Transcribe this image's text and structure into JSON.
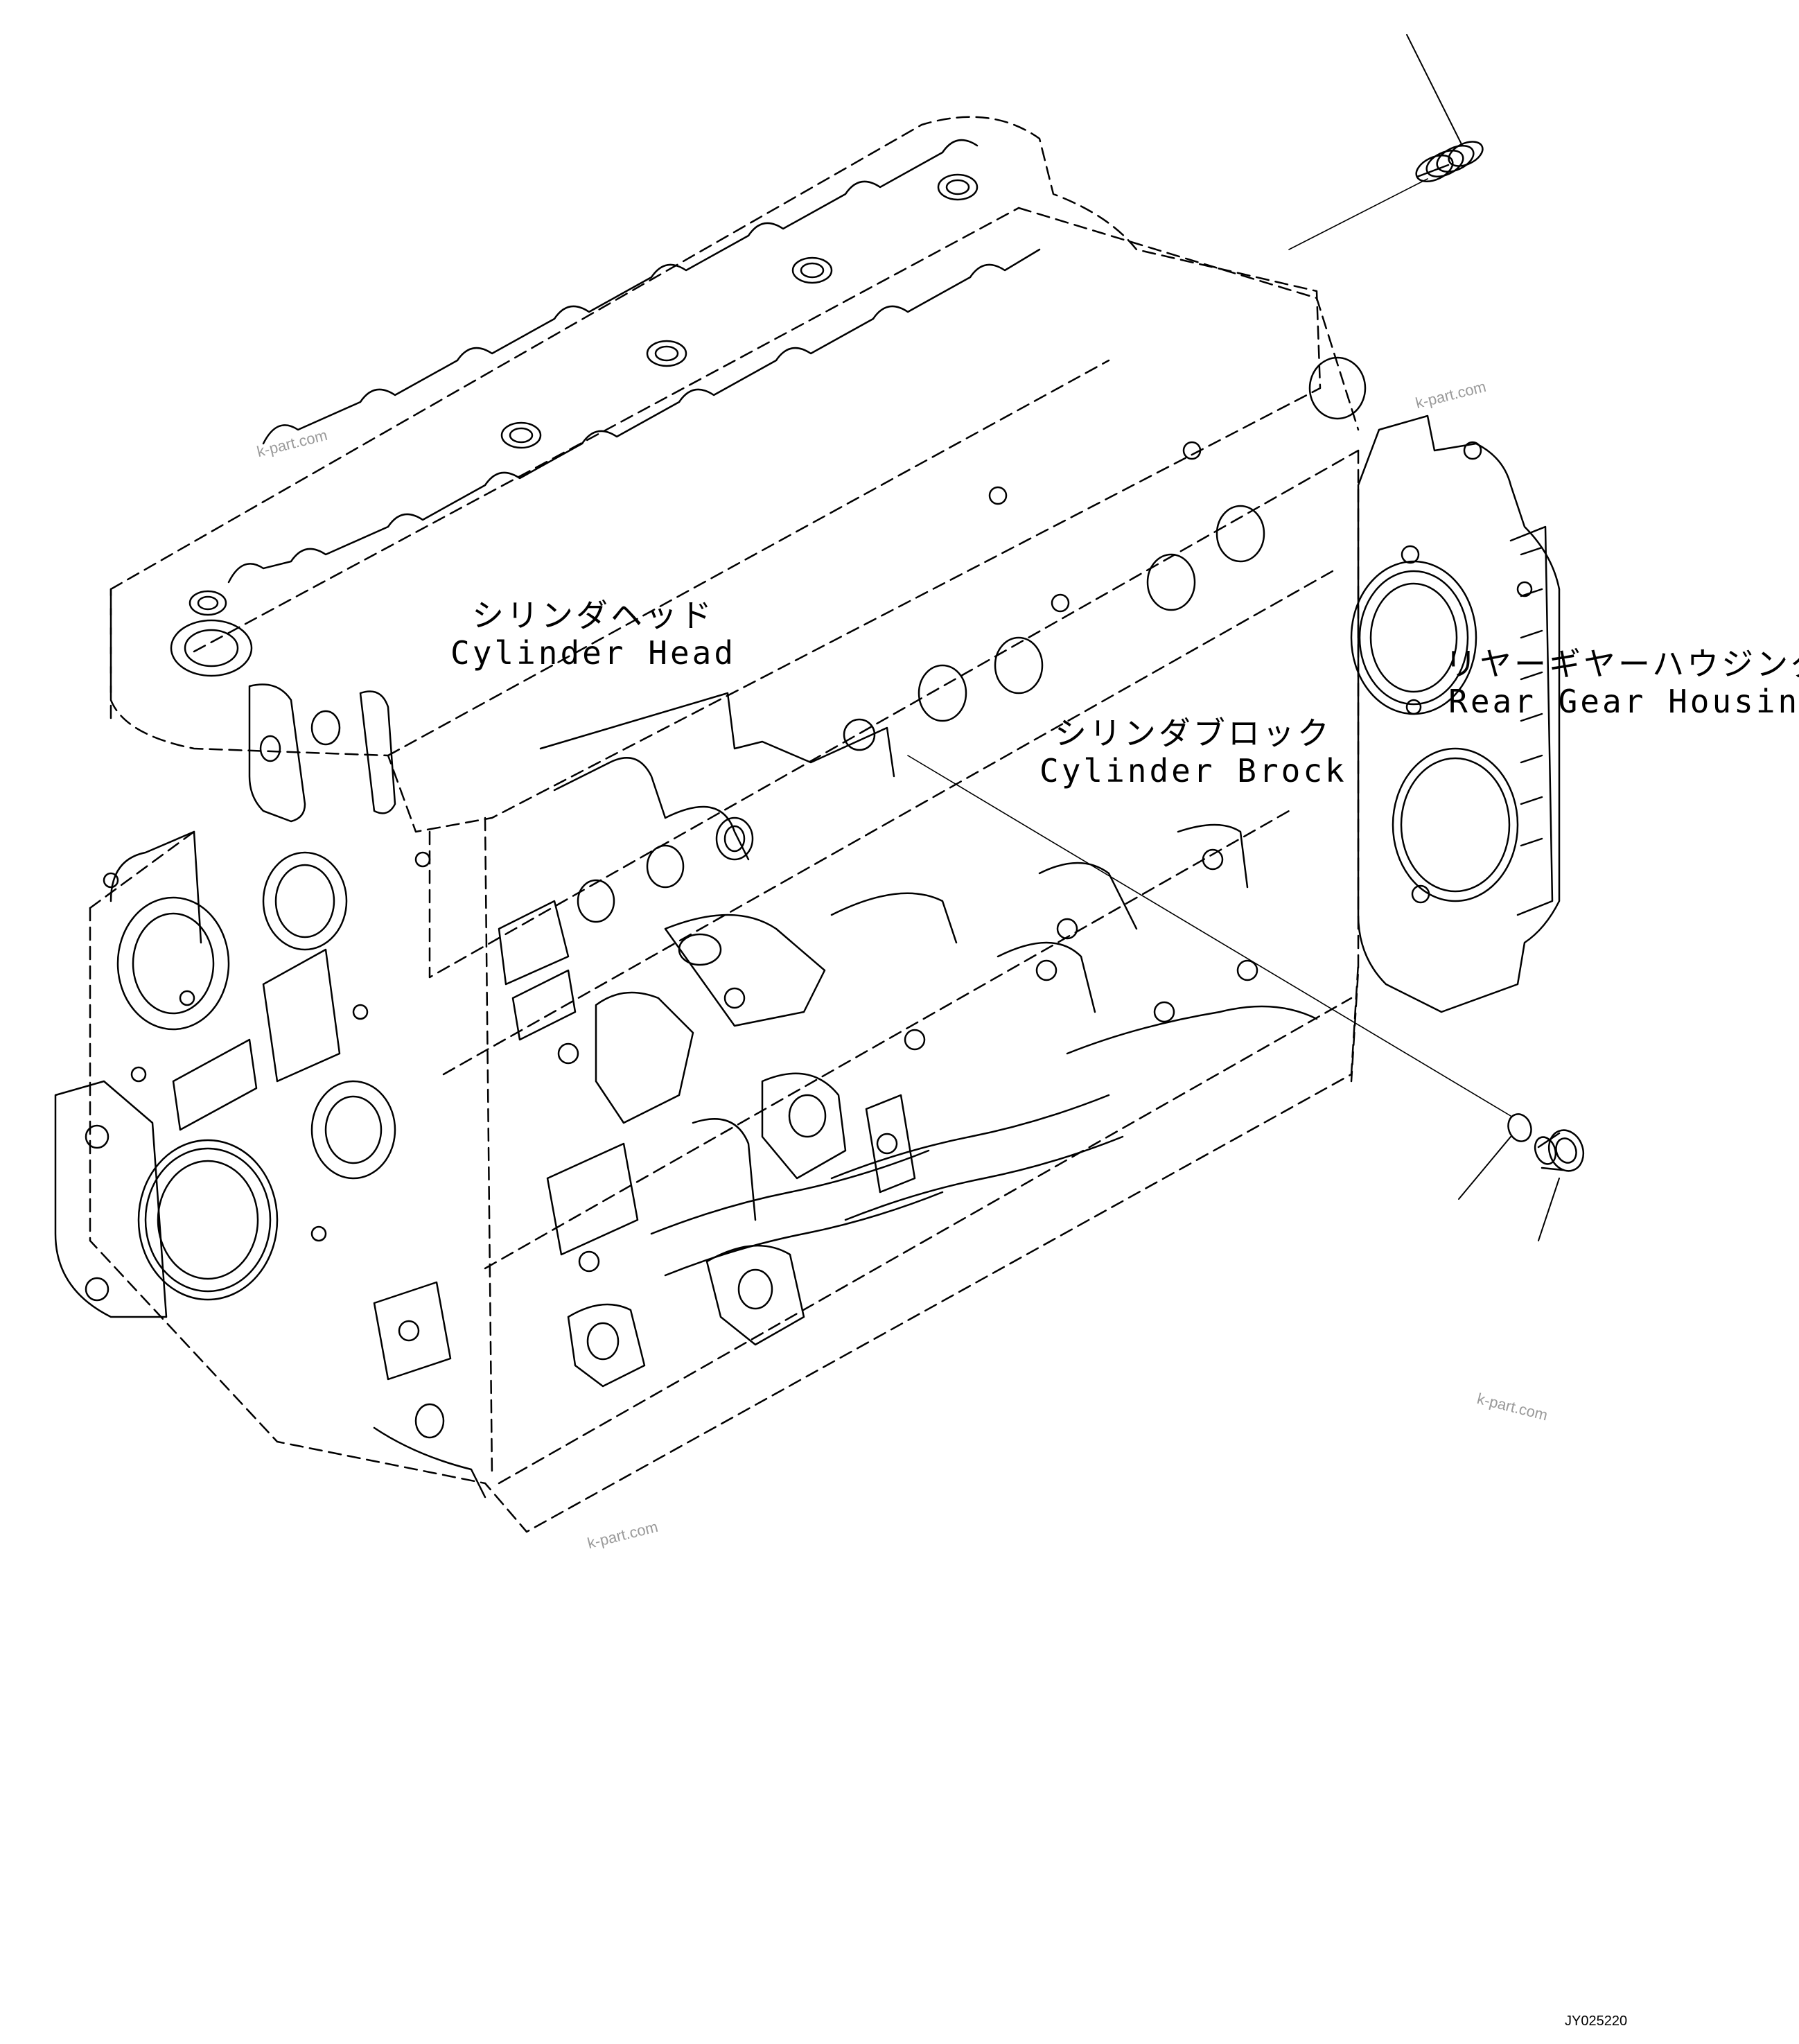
{
  "labels": {
    "cylinder_head": {
      "jp": "シリンダヘッド",
      "en": "Cylinder Head"
    },
    "cylinder_block": {
      "jp": "シリンダブロック",
      "en": "Cylinder Brock"
    },
    "rear_gear_housing": {
      "jp": "リヤーギヤーハウジング",
      "en": "Rear Gear Housing"
    }
  },
  "watermarks": [
    "k-part.com",
    "k-part.com",
    "k-part.com",
    "k-part.com"
  ],
  "drawing_code": "JY025220"
}
